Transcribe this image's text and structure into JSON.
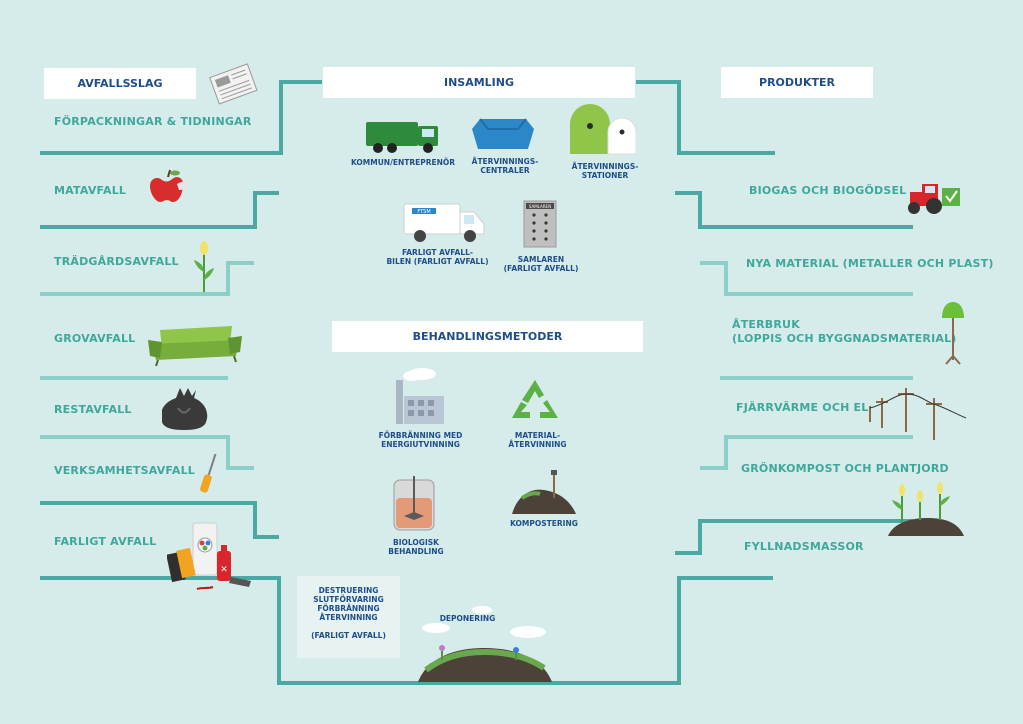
{
  "headers": {
    "waste_types": "AVFALLSSLAG",
    "collection": "INSAMLING",
    "products": "PRODUKTER",
    "treatment": "BEHANDLINGSMETODER"
  },
  "waste_types": [
    "FÖRPACKNINGAR & TIDNINGAR",
    "MATAVFALL",
    "TRÄDGÅRDSAVFALL",
    "GROVAVFALL",
    "RESTAVFALL",
    "VERKSAMHETSAVFALL",
    "FARLIGT AVFALL"
  ],
  "collection_points": {
    "truck": "KOMMUN/ENTREPRENÖR",
    "recycling_centers_1": "ÅTERVINNINGS-",
    "recycling_centers_2": "CENTRALER",
    "recycling_stations_1": "ÅTERVINNINGS-",
    "recycling_stations_2": "STATIONER",
    "hazard_van_1": "FARLIGT AVFALL-",
    "hazard_van_2": "BILEN (FARLIGT AVFALL)",
    "collector_1": "SAMLAREN",
    "collector_2": "(FARLIGT AVFALL)",
    "collector_sign": "SAMLAREN",
    "van_sign": "FTSM"
  },
  "treatment_methods": {
    "incineration_1": "FÖRBRÄNNING MED",
    "incineration_2": "ENERGIUTVINNING",
    "material_1": "MATERIAL-",
    "material_2": "ÅTERVINNING",
    "biological_1": "BIOLOGISK",
    "biological_2": "BEHANDLING",
    "composting": "KOMPOSTERING",
    "landfill": "DEPONERING"
  },
  "hazard_box": {
    "line1": "DESTRUERING",
    "line2": "SLUTFÖRVARING",
    "line3": "FÖRBRÄNNING",
    "line4": "ÅTERVINNING",
    "line5": "(FARLIGT AVFALL)"
  },
  "products": [
    "BIOGAS OCH BIOGÖDSEL",
    "NYA MATERIAL (METALLER OCH PLAST)",
    "ÅTERBRUK",
    "(LOPPIS OCH BYGGNADSMATERIAL)",
    "FJÄRRVÄRME OCH EL",
    "GRÖNKOMPOST OCH PLANTJORD",
    "FYLLNADSMASSOR"
  ],
  "colors": {
    "background": "#d6ecea",
    "line": "#4ba9a3",
    "line_light": "#8ccfc9",
    "label": "#3fa79c",
    "dark_label": "#1f4d8a"
  }
}
